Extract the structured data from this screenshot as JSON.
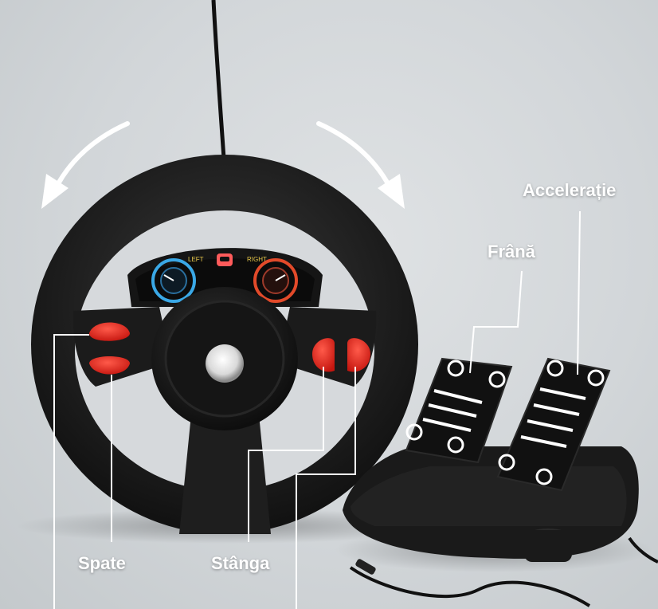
{
  "labels": {
    "accelerator": "Accelerație",
    "brake": "Frână",
    "back": "Spate",
    "left": "Stânga"
  },
  "dashboard": {
    "left_indicator": "LEFT",
    "right_indicator": "RIGHT"
  },
  "colors": {
    "body": "#1b1b1b",
    "red_button": "#e0221e",
    "callout_line": "#ffffff",
    "gauge_blue": "#3aa8e6",
    "gauge_red": "#e24a2a"
  },
  "icons": [
    "rotate-left-arrow-icon",
    "rotate-right-arrow-icon",
    "horn-button-icon",
    "car-icon"
  ]
}
